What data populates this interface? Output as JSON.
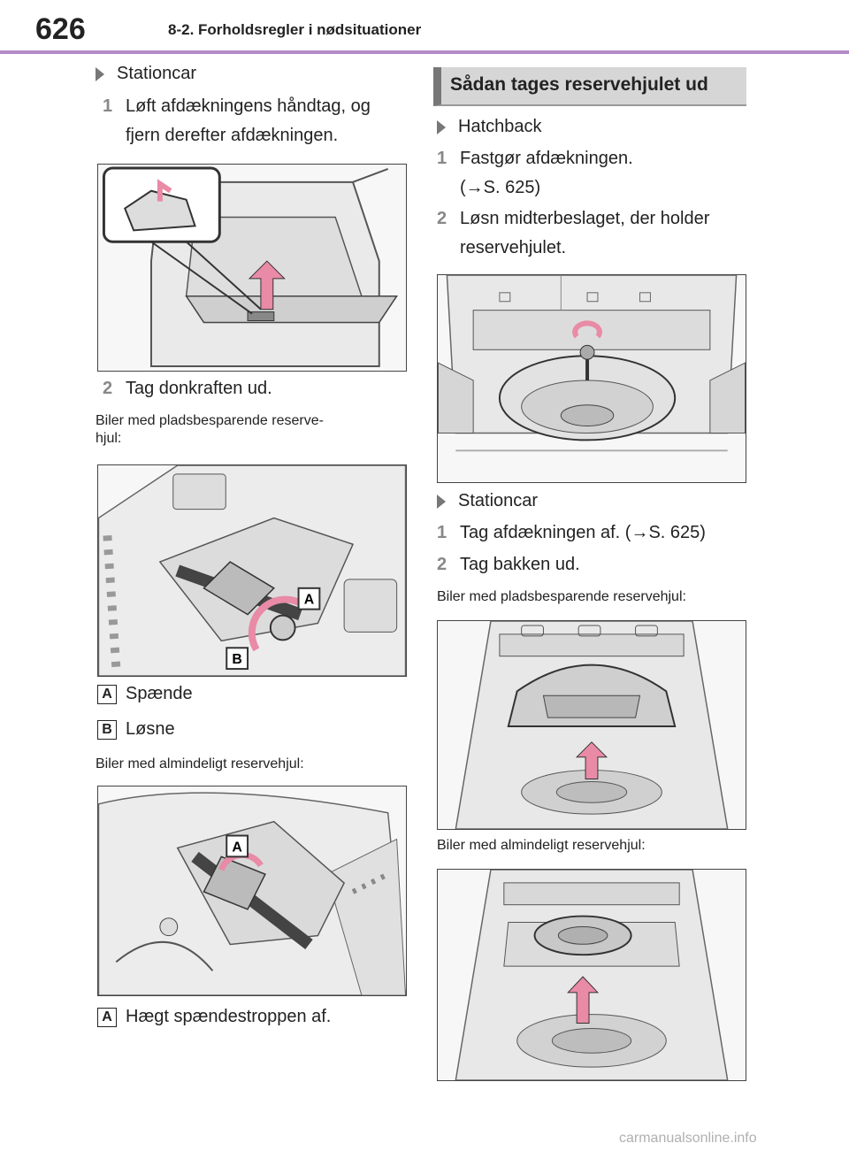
{
  "header": {
    "page_number": "626",
    "section_title": "8-2. Forholdsregler i nødsituationer"
  },
  "left": {
    "bullet1": "Stationcar",
    "step1_num": "1",
    "step1_line1": "Løft afdækningens håndtag, og",
    "step1_line2": "fjern derefter afdækningen.",
    "step2_num": "2",
    "step2_text": "Tag donkraften ud.",
    "note1_line1": "Biler med pladsbesparende reserve-",
    "note1_line2": "hjul:",
    "label_a_letter": "A",
    "label_a_text": "Spænde",
    "label_b_letter": "B",
    "label_b_text": "Løsne",
    "note2": "Biler med almindeligt reservehjul:",
    "label_a2_letter": "A",
    "label_a2_text": "Hægt spændestroppen af."
  },
  "right": {
    "heading": "Sådan tages reservehjulet ud",
    "bullet_hatchback": "Hatchback",
    "step1_num": "1",
    "step1_line1": "Fastgør afdækningen.",
    "step1_line2": "(→S. 625)",
    "step2_num": "2",
    "step2_line1": "Løsn midterbeslaget, der holder",
    "step2_line2": "reservehjulet.",
    "bullet_stationcar": "Stationcar",
    "step3_num": "1",
    "step3_text": "Tag afdækningen af. (→S. 625)",
    "step4_num": "2",
    "step4_text": "Tag bakken ud.",
    "note1": "Biler med pladsbesparende reservehjul:",
    "note2": "Biler med almindeligt reservehjul:"
  },
  "watermark": "carmanualsonline.info",
  "colors": {
    "header_rule": "#b58ac8",
    "arrow_pink": "#e98aa6",
    "heading_bg": "#d6d6d6"
  }
}
